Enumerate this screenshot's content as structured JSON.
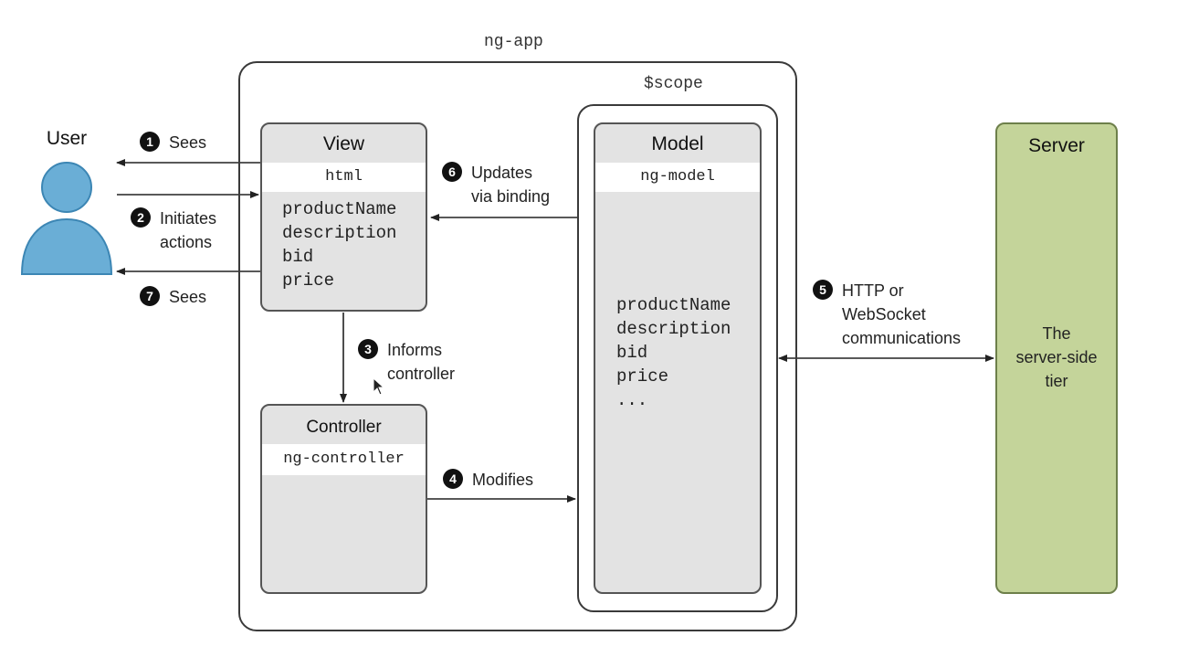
{
  "containers": {
    "app_label": "ng-app",
    "scope_label": "$scope"
  },
  "user": {
    "label": "User"
  },
  "view": {
    "title": "View",
    "tag": "html",
    "fields": [
      "productName",
      "description",
      "bid",
      "price"
    ]
  },
  "controller": {
    "title": "Controller",
    "tag": "ng-controller"
  },
  "model": {
    "title": "Model",
    "tag": "ng-model",
    "fields": [
      "productName",
      "description",
      "bid",
      "price",
      "..."
    ]
  },
  "server": {
    "title": "Server",
    "body": [
      "The",
      "server-side",
      "tier"
    ]
  },
  "steps": [
    {
      "num": "1",
      "lines": [
        "Sees"
      ]
    },
    {
      "num": "2",
      "lines": [
        "Initiates",
        "actions"
      ]
    },
    {
      "num": "3",
      "lines": [
        "Informs",
        "controller"
      ]
    },
    {
      "num": "4",
      "lines": [
        "Modifies"
      ]
    },
    {
      "num": "5",
      "lines": [
        "HTTP or",
        "WebSocket",
        "communications"
      ]
    },
    {
      "num": "6",
      "lines": [
        "Updates",
        "via binding"
      ]
    },
    {
      "num": "7",
      "lines": [
        "Sees"
      ]
    }
  ],
  "colors": {
    "box_fill": "#e3e3e3",
    "box_stroke": "#555555",
    "server_fill": "#c4d49a",
    "server_stroke": "#6d7f4a",
    "user_fill": "#6aaed6",
    "user_stroke": "#3c86b4"
  }
}
